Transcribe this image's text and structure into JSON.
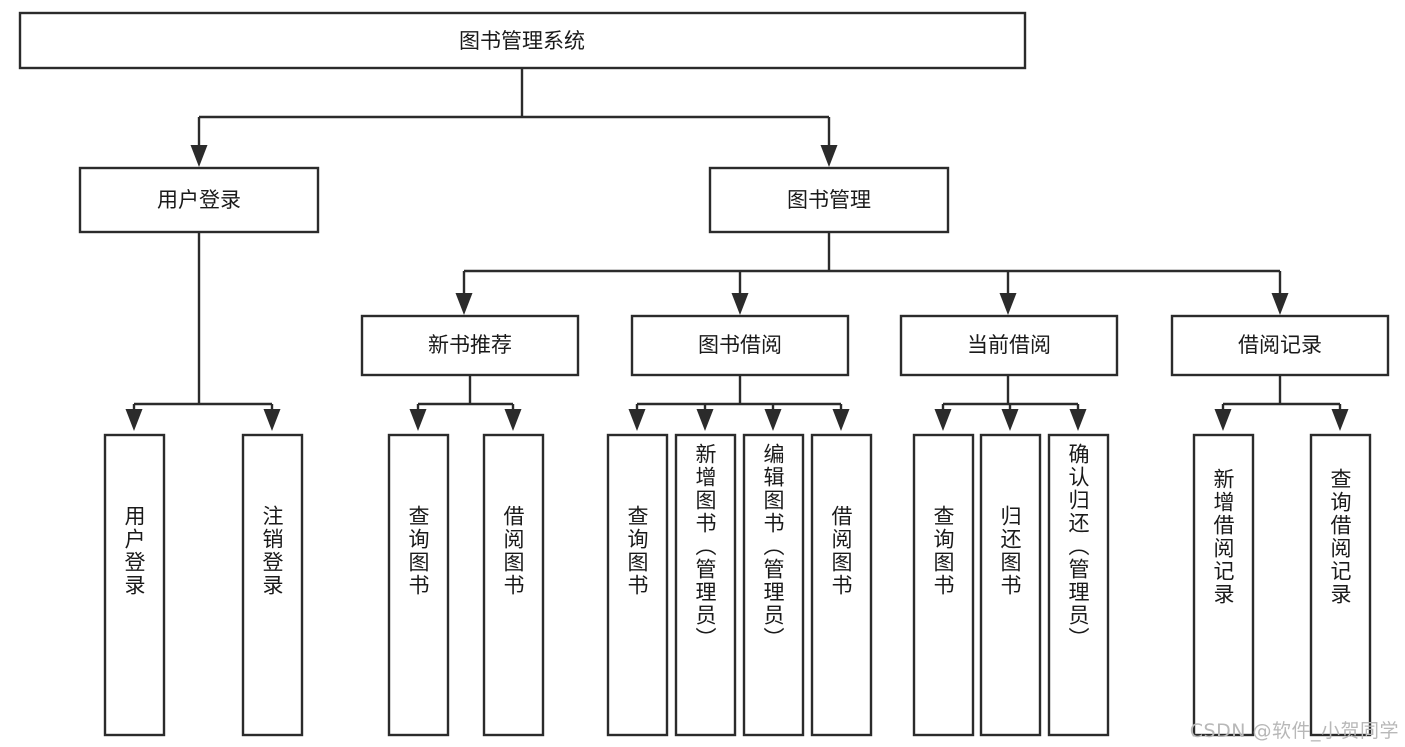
{
  "diagram": {
    "title": "图书管理系统",
    "type": "tree-hierarchy",
    "watermark": "CSDN @软件_小贺同学",
    "colors": {
      "line": "#2b2b2b",
      "box_fill": "#ffffff",
      "text": "#1a1a1a",
      "background": "#ffffff",
      "watermark": "#b8b8b8"
    },
    "root": {
      "label": "图书管理系统"
    },
    "level2": [
      {
        "label": "用户登录"
      },
      {
        "label": "图书管理"
      }
    ],
    "level3": [
      {
        "label": "新书推荐"
      },
      {
        "label": "图书借阅"
      },
      {
        "label": "当前借阅"
      },
      {
        "label": "借阅记录"
      }
    ],
    "leaves": {
      "user_login": [
        {
          "label": "用户登录"
        },
        {
          "label": "注销登录"
        }
      ],
      "new_book_recommend": [
        {
          "label": "查询图书"
        },
        {
          "label": "借阅图书"
        }
      ],
      "book_borrow": [
        {
          "label": "查询图书"
        },
        {
          "label": "新增图书（管理员）"
        },
        {
          "label": "编辑图书（管理员）"
        },
        {
          "label": "借阅图书"
        }
      ],
      "current_borrow": [
        {
          "label": "查询图书"
        },
        {
          "label": "归还图书"
        },
        {
          "label": "确认归还（管理员）"
        }
      ],
      "borrow_record": [
        {
          "label": "新增借阅记录"
        },
        {
          "label": "查询借阅记录"
        }
      ]
    }
  }
}
